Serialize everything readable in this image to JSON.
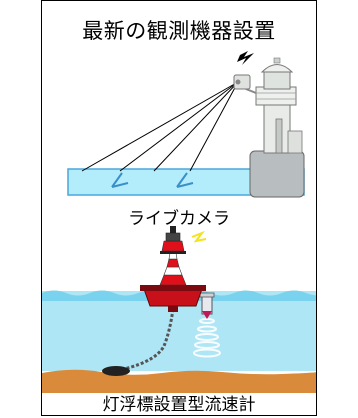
{
  "title": "最新の観測機器設置",
  "camera_caption": "ライブカメラ",
  "buoy_caption": "灯浮標設置型流速計",
  "colors": {
    "water": "#b3ecfb",
    "water_edge": "#4aa6d9",
    "sea": "#8fd8ef",
    "seabed": "#d98a3a",
    "lighthouse": "#e8ebe8",
    "tower_base": "#b8bec0",
    "buoy_red": "#e0101a",
    "buoy_dark": "#7a0a10",
    "chain": "#444444",
    "anchor": "#222222"
  },
  "icons": {
    "lightning": "lightning-icon",
    "camera": "camera-icon",
    "lamp": "lamp-glint-icon"
  }
}
